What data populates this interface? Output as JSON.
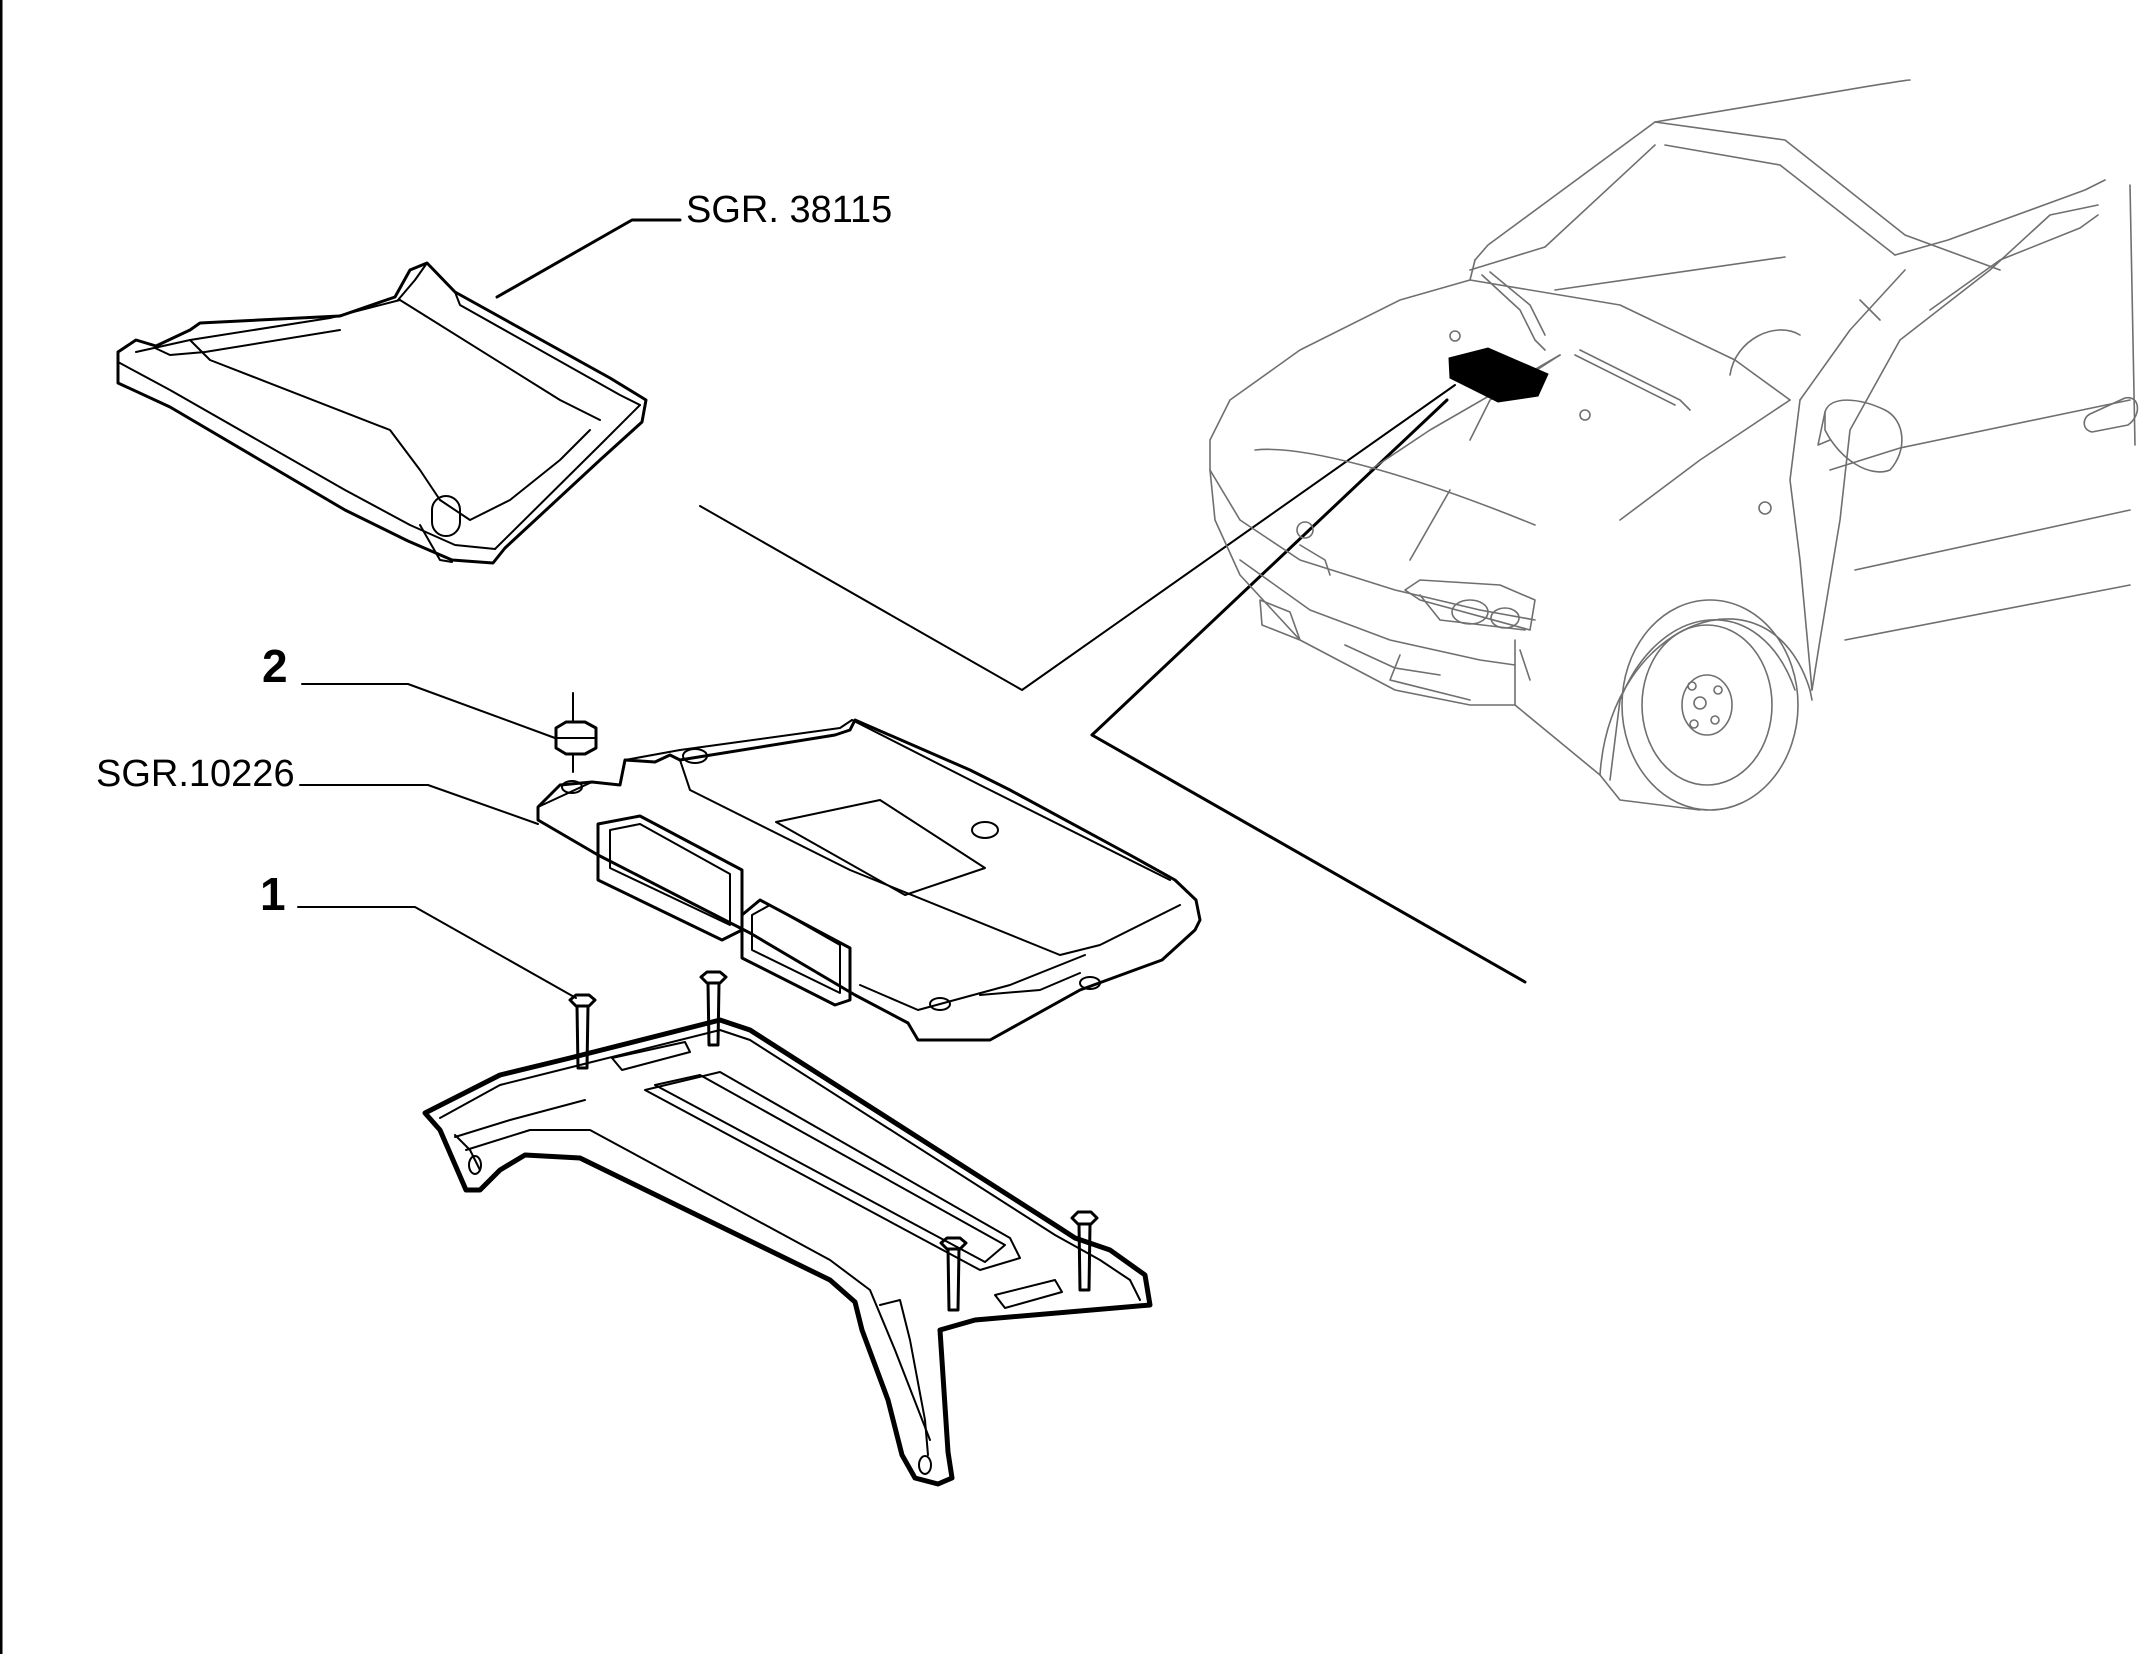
{
  "callouts": {
    "cover_ref": "SGR. 38115",
    "ecu_ref": "SGR.10226",
    "item_2": "2",
    "item_1": "1"
  },
  "colors": {
    "line": "#000000",
    "car_outline": "#6f6f6f",
    "background": "#ffffff"
  },
  "icons": [
    "ecu-cover-drawing",
    "ecu-unit-drawing",
    "mounting-bracket-drawing",
    "nut-drawing",
    "bolt-drawing",
    "car-drawing"
  ]
}
